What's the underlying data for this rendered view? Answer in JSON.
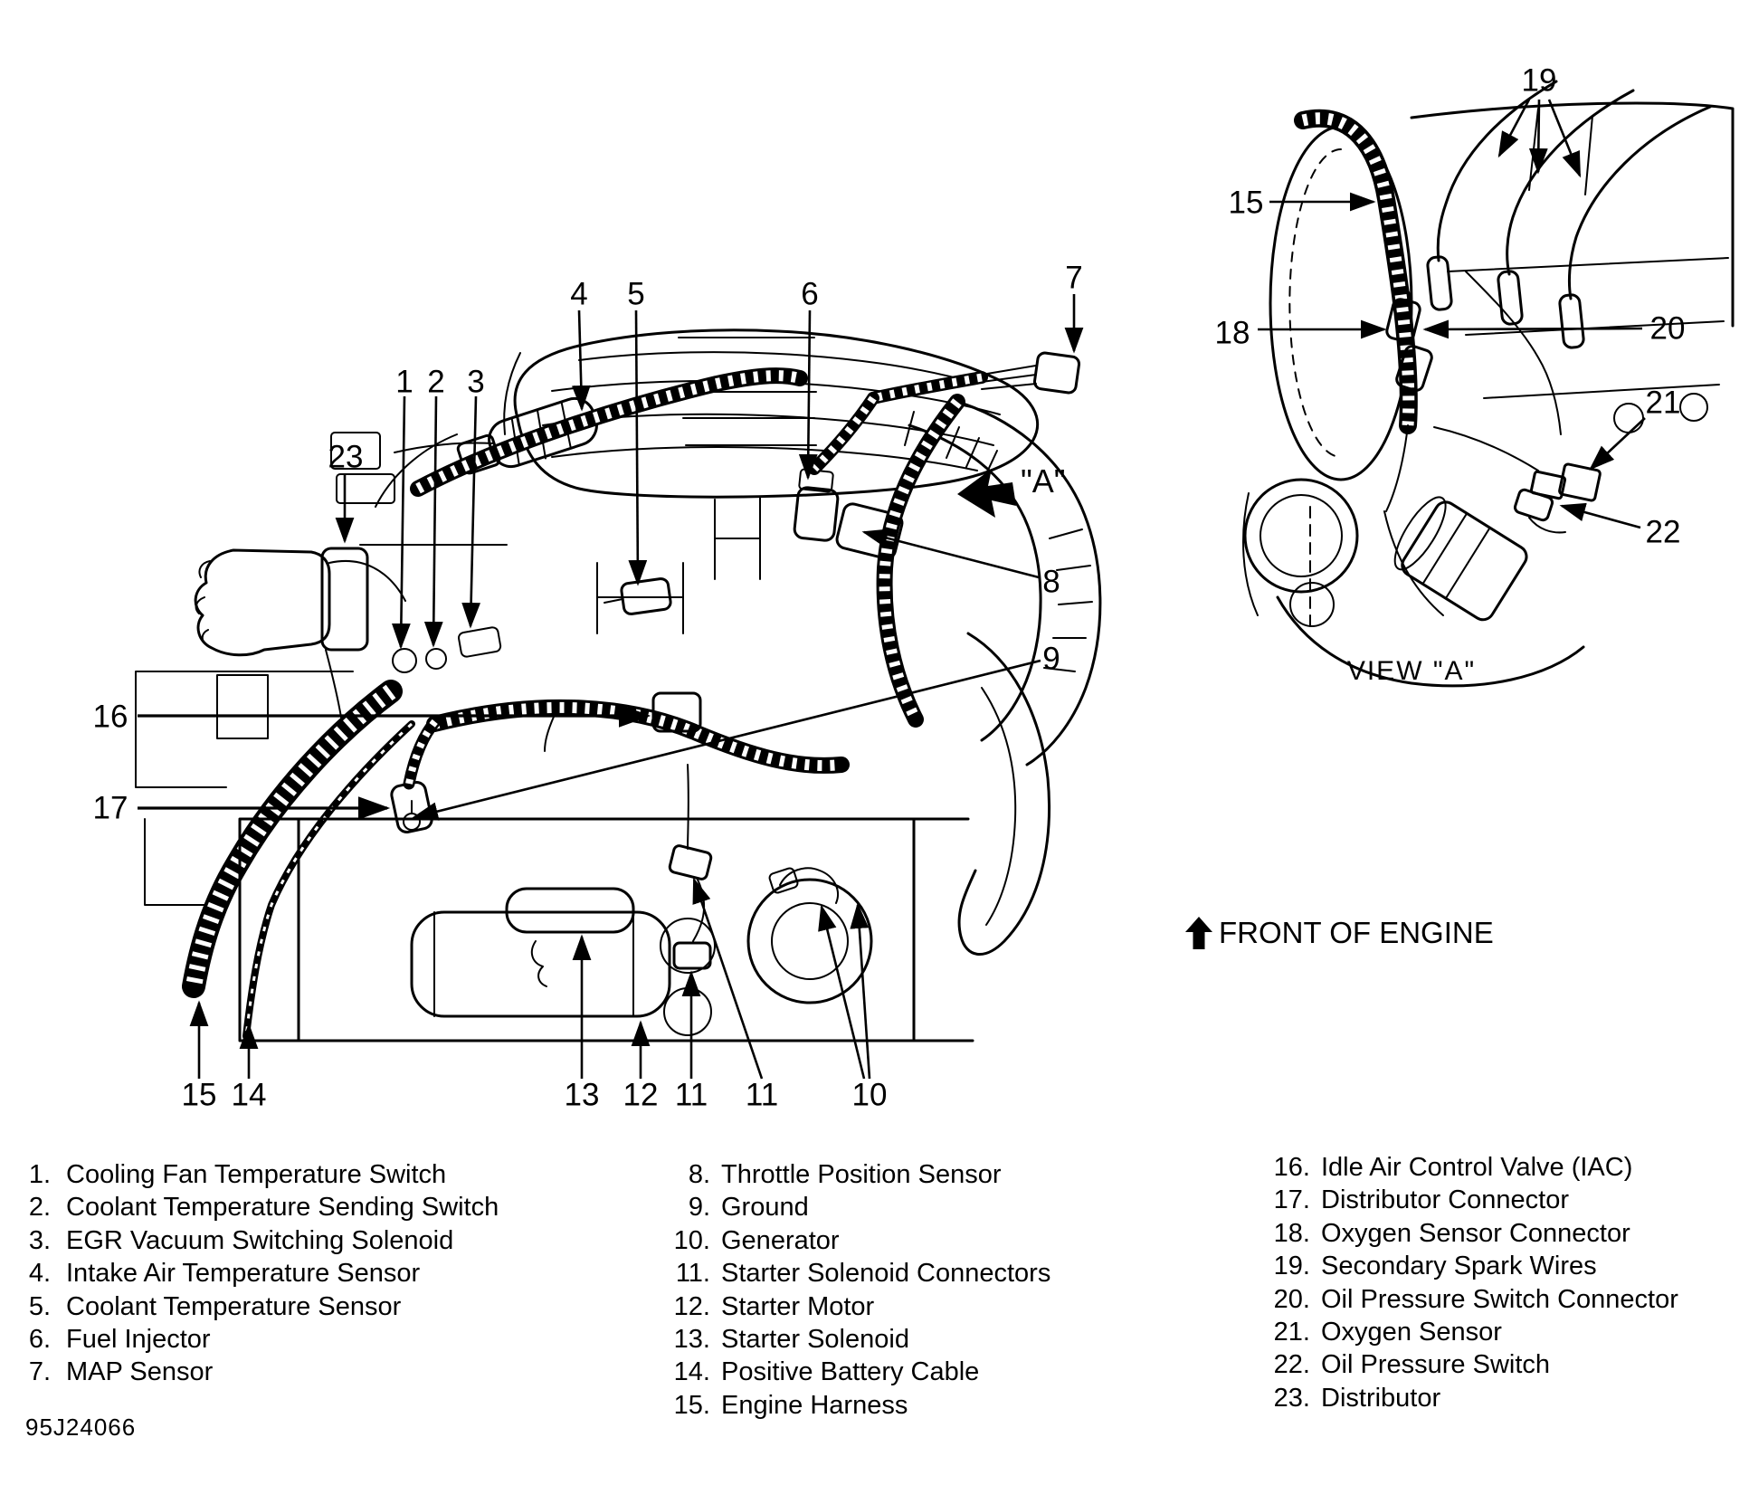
{
  "labels": {
    "view_a": "VIEW \"A\"",
    "front_of_engine": "FRONT OF ENGINE",
    "a_marker": "\"A\"",
    "figure_code": "95J24066"
  },
  "legend": {
    "column1": [
      {
        "num": "1.",
        "label": "Cooling Fan Temperature Switch"
      },
      {
        "num": "2.",
        "label": "Coolant Temperature Sending Switch"
      },
      {
        "num": "3.",
        "label": "EGR Vacuum Switching Solenoid"
      },
      {
        "num": "4.",
        "label": "Intake Air Temperature Sensor"
      },
      {
        "num": "5.",
        "label": "Coolant Temperature Sensor"
      },
      {
        "num": "6.",
        "label": "Fuel Injector"
      },
      {
        "num": "7.",
        "label": "MAP Sensor"
      }
    ],
    "column2": [
      {
        "num": "8.",
        "label": "Throttle Position Sensor"
      },
      {
        "num": "9.",
        "label": "Ground"
      },
      {
        "num": "10.",
        "label": "Generator"
      },
      {
        "num": "11.",
        "label": "Starter Solenoid Connectors"
      },
      {
        "num": "12.",
        "label": "Starter Motor"
      },
      {
        "num": "13.",
        "label": "Starter Solenoid"
      },
      {
        "num": "14.",
        "label": "Positive Battery Cable"
      },
      {
        "num": "15.",
        "label": "Engine Harness"
      }
    ],
    "column3": [
      {
        "num": "16.",
        "label": "Idle Air Control Valve (IAC)"
      },
      {
        "num": "17.",
        "label": "Distributor Connector"
      },
      {
        "num": "18.",
        "label": "Oxygen Sensor Connector"
      },
      {
        "num": "19.",
        "label": "Secondary Spark Wires"
      },
      {
        "num": "20.",
        "label": "Oil Pressure Switch Connector"
      },
      {
        "num": "21.",
        "label": "Oxygen Sensor"
      },
      {
        "num": "22.",
        "label": "Oil Pressure Switch"
      },
      {
        "num": "23.",
        "label": "Distributor"
      }
    ]
  },
  "callouts": [
    {
      "id": "main-1",
      "text": "1"
    },
    {
      "id": "main-2",
      "text": "2"
    },
    {
      "id": "main-3",
      "text": "3"
    },
    {
      "id": "main-4",
      "text": "4"
    },
    {
      "id": "main-5",
      "text": "5"
    },
    {
      "id": "main-6",
      "text": "6"
    },
    {
      "id": "main-7",
      "text": "7"
    },
    {
      "id": "main-8",
      "text": "8"
    },
    {
      "id": "main-9",
      "text": "9"
    },
    {
      "id": "main-10",
      "text": "10"
    },
    {
      "id": "main-11a",
      "text": "11"
    },
    {
      "id": "main-11b",
      "text": "11"
    },
    {
      "id": "main-12",
      "text": "12"
    },
    {
      "id": "main-13",
      "text": "13"
    },
    {
      "id": "main-14",
      "text": "14"
    },
    {
      "id": "main-15",
      "text": "15"
    },
    {
      "id": "main-16",
      "text": "16"
    },
    {
      "id": "main-17",
      "text": "17"
    },
    {
      "id": "main-23",
      "text": "23"
    },
    {
      "id": "viewa-15",
      "text": "15"
    },
    {
      "id": "viewa-18",
      "text": "18"
    },
    {
      "id": "viewa-19",
      "text": "19"
    },
    {
      "id": "viewa-20",
      "text": "20"
    },
    {
      "id": "viewa-21",
      "text": "21"
    },
    {
      "id": "viewa-22",
      "text": "22"
    }
  ]
}
